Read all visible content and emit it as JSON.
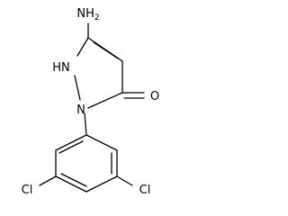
{
  "atoms": {
    "amine": {
      "main": "NH",
      "sub": "2"
    },
    "ring_nh": "HN",
    "ring_n": "N",
    "carbonyl_o": "O",
    "cl_left": "Cl",
    "cl_right": "Cl"
  }
}
